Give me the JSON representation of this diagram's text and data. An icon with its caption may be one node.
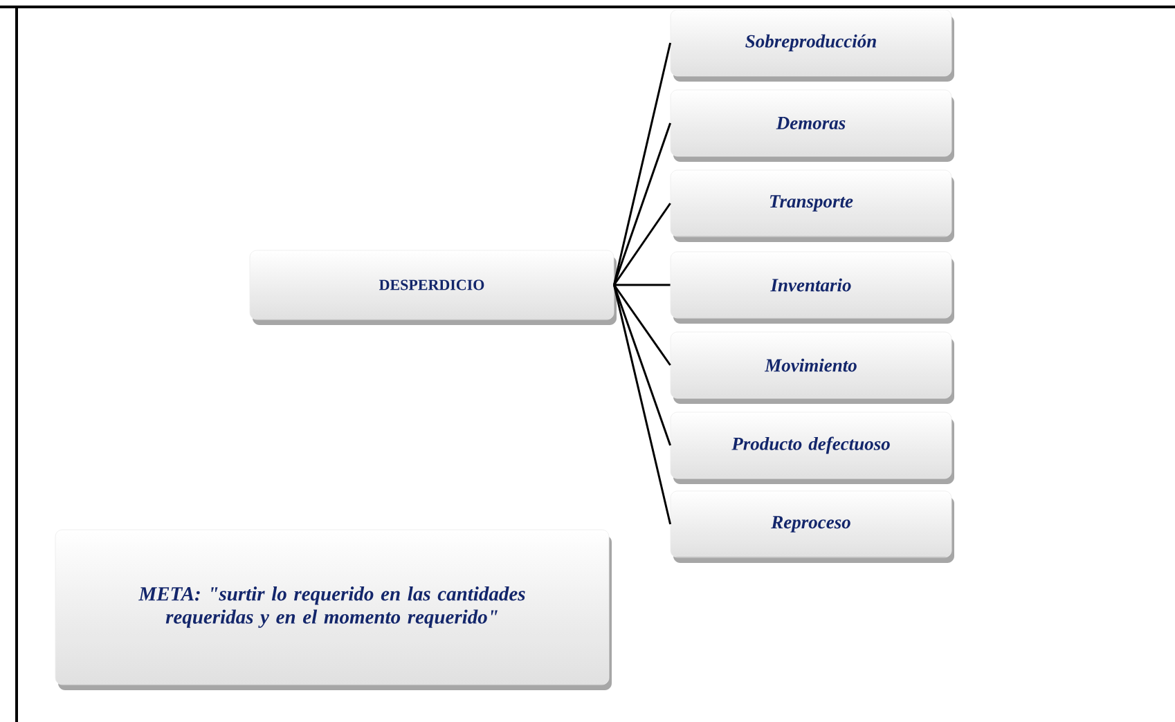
{
  "diagram": {
    "nodes": [
      {
        "text": [
          "DESPERDICIO"
        ]
      },
      {
        "text": [
          "Sobreproducción"
        ]
      },
      {
        "text": [
          "Demoras"
        ]
      },
      {
        "text": [
          "Transporte"
        ]
      },
      {
        "text": [
          "Inventario"
        ]
      },
      {
        "text": [
          "Movimiento"
        ]
      },
      {
        "text": [
          "Producto defectuoso"
        ]
      },
      {
        "text": [
          "Reproceso"
        ]
      },
      {
        "text": [
          "META: \"surtir lo requerido en las cantidades requeridas y en el momento requerido\""
        ]
      }
    ],
    "edges": [
      {
        "from": 0,
        "to": 1,
        "arrow": "none"
      },
      {
        "from": 0,
        "to": 2,
        "arrow": "none"
      },
      {
        "from": 0,
        "to": 3,
        "arrow": "none"
      },
      {
        "from": 0,
        "to": 4,
        "arrow": "none"
      },
      {
        "from": 0,
        "to": 5,
        "arrow": "none"
      },
      {
        "from": 0,
        "to": 6,
        "arrow": "none"
      },
      {
        "from": 0,
        "to": 7,
        "arrow": "none"
      }
    ]
  }
}
